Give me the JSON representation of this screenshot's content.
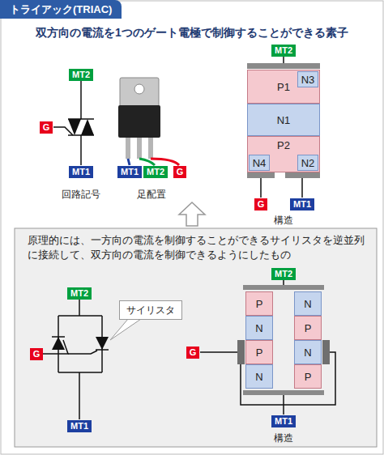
{
  "diagram": {
    "title": "トライアック(TRIAC)",
    "nodes": [
      {
        "text": [
          "MT2"
        ]
      },
      {
        "text": [
          "G"
        ]
      },
      {
        "text": [
          "MT1"
        ]
      },
      {
        "text": [
          "MT1"
        ]
      },
      {
        "text": [
          "MT2"
        ]
      },
      {
        "text": [
          "G"
        ]
      },
      {
        "text": [
          "MT2"
        ]
      },
      {
        "text": [
          "P1"
        ]
      },
      {
        "text": [
          "N3"
        ],
        "in": 7
      },
      {
        "text": [
          "N1"
        ]
      },
      {
        "text": [
          "P2"
        ]
      },
      {
        "text": [
          "N4"
        ],
        "in": 10
      },
      {
        "text": [
          "N2"
        ],
        "in": 10
      },
      {
        "text": [
          "G"
        ]
      },
      {
        "text": [
          "MT1"
        ]
      },
      {
        "text": [
          "MT2"
        ]
      },
      {
        "text": [
          "G"
        ]
      },
      {
        "text": [
          "MT1"
        ]
      },
      {
        "text": [
          "サイリスタ"
        ]
      },
      {
        "text": [
          "MT2"
        ]
      },
      {
        "text": [
          "P"
        ]
      },
      {
        "text": [
          "N"
        ]
      },
      {
        "text": [
          "P"
        ]
      },
      {
        "text": [
          "N"
        ]
      },
      {
        "text": [
          "N"
        ]
      },
      {
        "text": [
          "P"
        ]
      },
      {
        "text": [
          "N"
        ]
      },
      {
        "text": [
          "P"
        ]
      },
      {
        "text": [
          "G"
        ]
      },
      {
        "text": [
          "MT1"
        ]
      }
    ],
    "labels": [
      "双方向の電流を1つのゲート電極で制御することができる素子",
      "回路記号",
      "足配置",
      "構造",
      "原理的には、一方向の電流を制御することができるサイリスタを逆並列に接続して、双方向の電流を制御できるようにしたもの",
      "構造"
    ]
  }
}
